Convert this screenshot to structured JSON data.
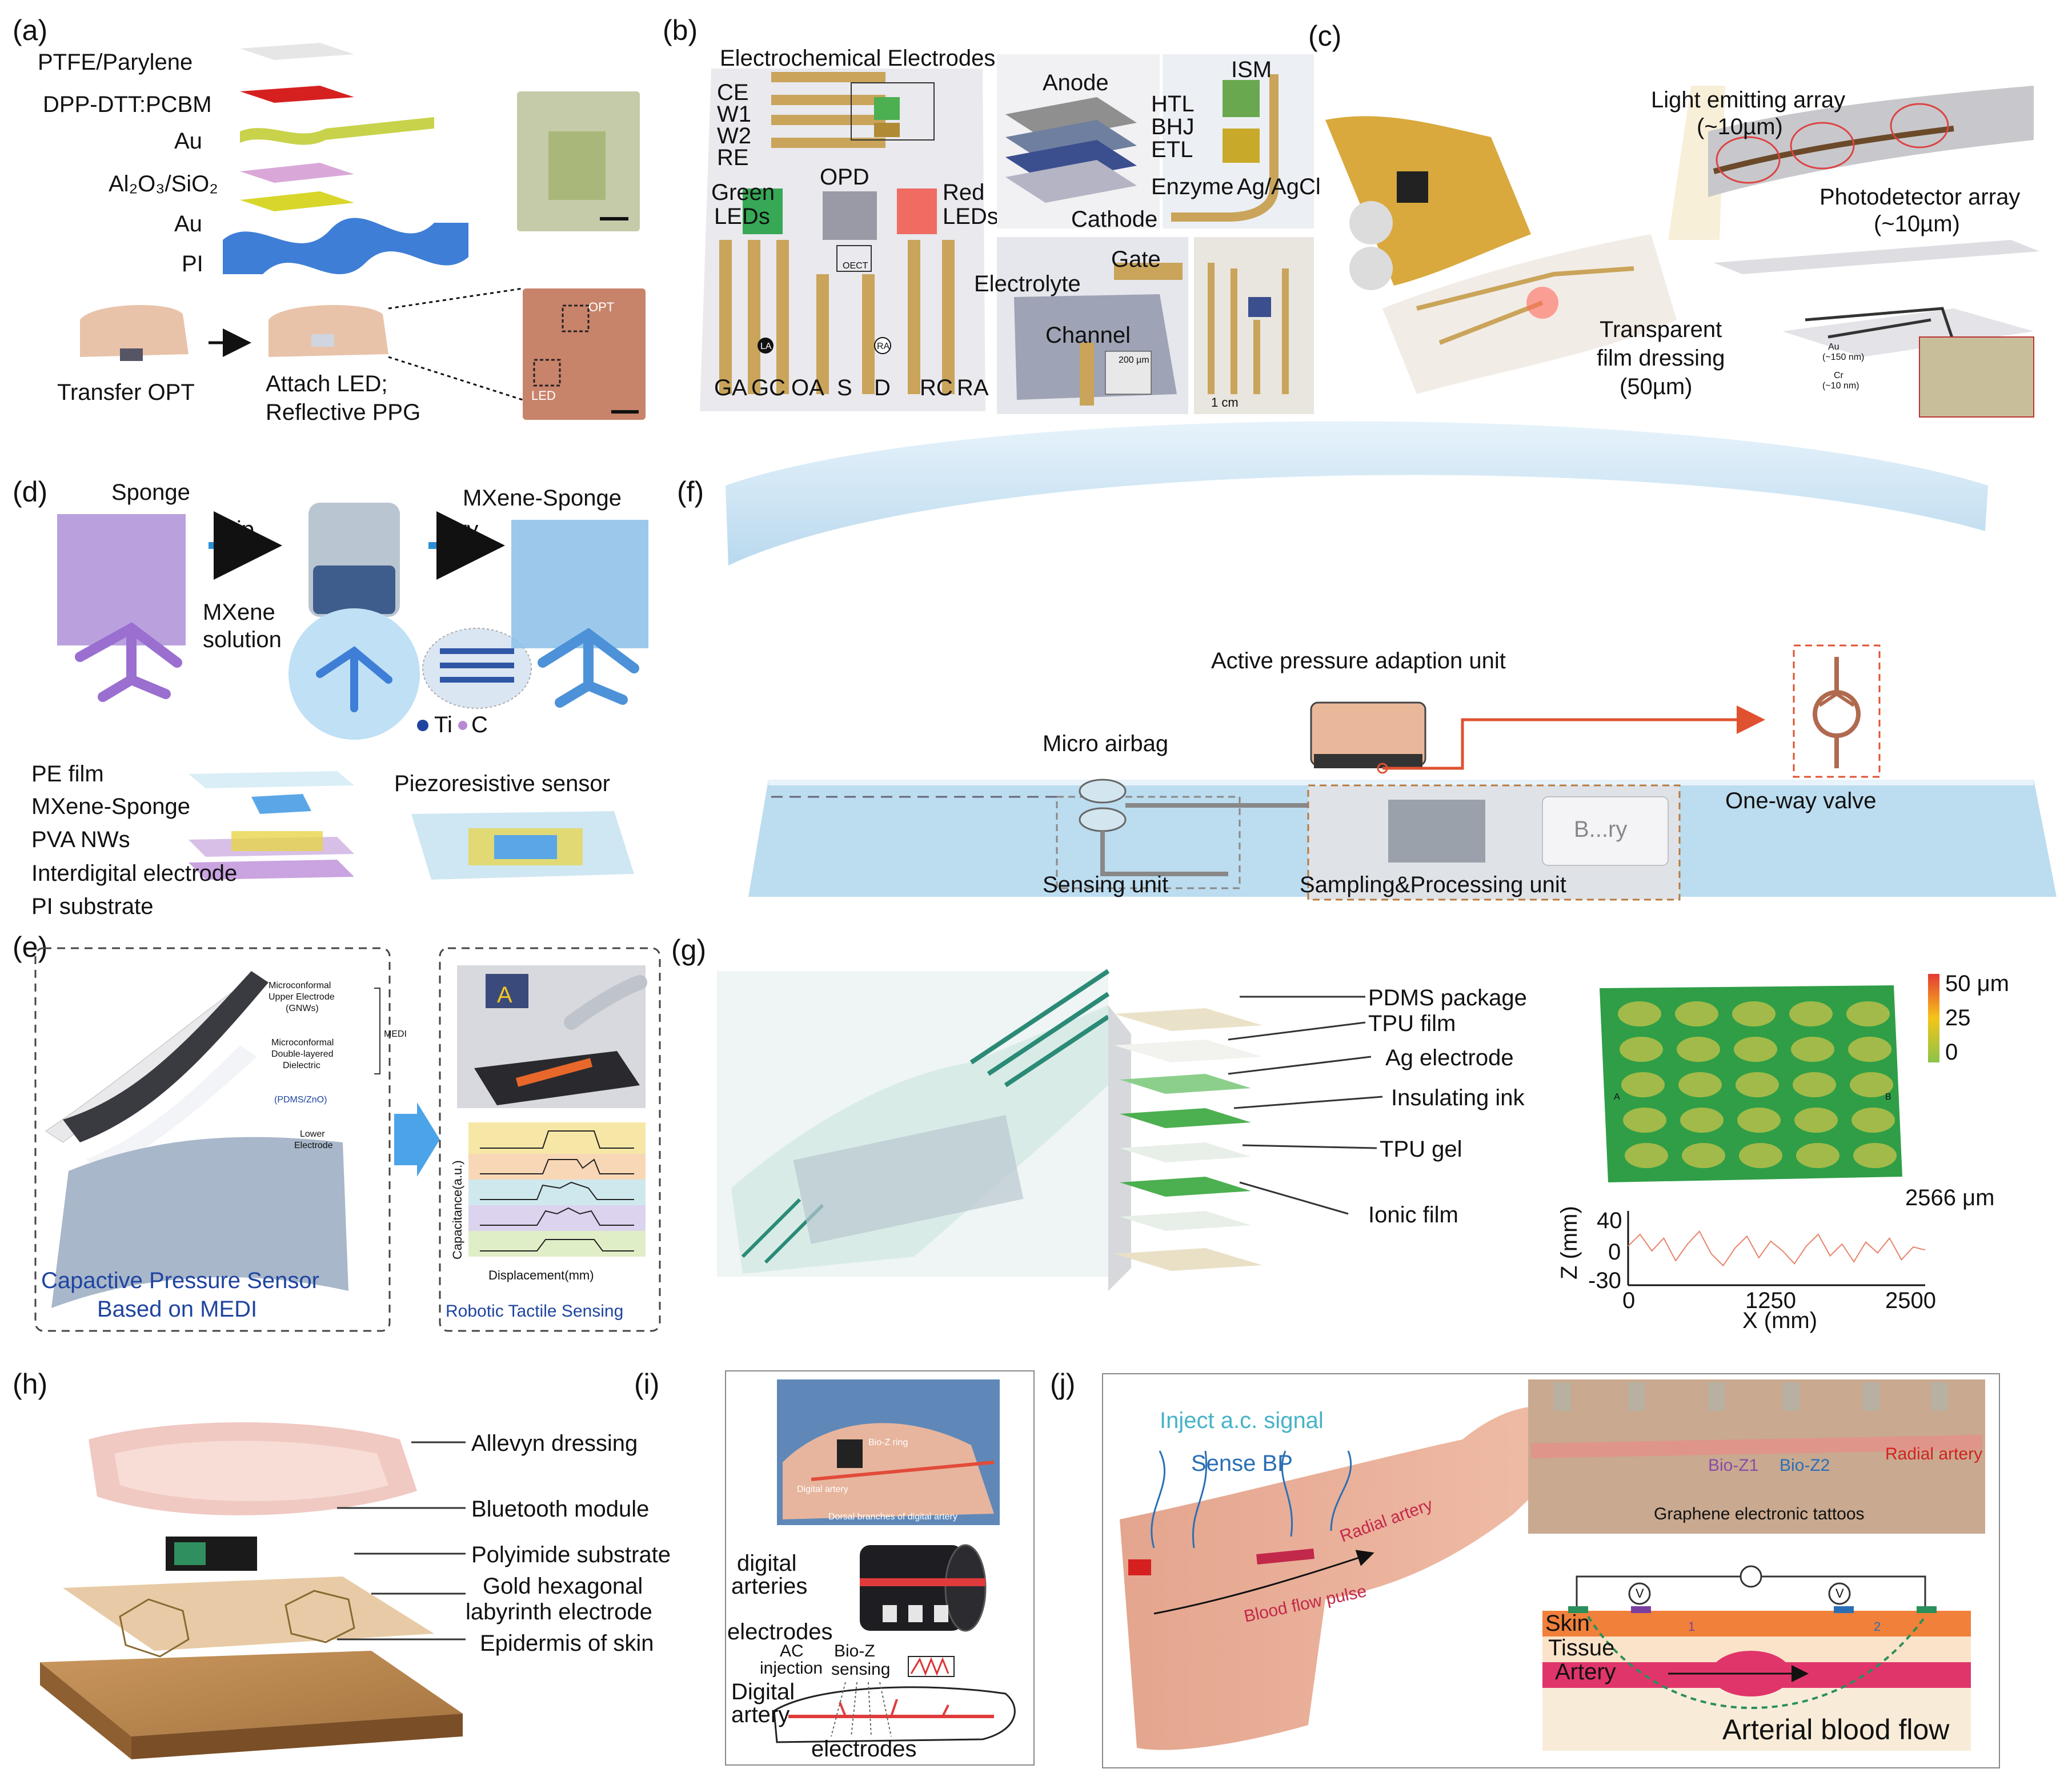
{
  "panels": {
    "a": {
      "tag": "(a)",
      "layers": [
        "PTFE/Parylene",
        "DPP-DTT:PCBM",
        "Au",
        "Al₂O₃/SiO₂",
        "Au",
        "PI"
      ],
      "captions": [
        "Transfer OPT",
        "Attach LED;",
        "Reflective PPG"
      ],
      "photo_labels": [
        "OPT",
        "LED"
      ]
    },
    "b": {
      "tag": "(b)",
      "title": "Electrochemical Electrodes",
      "electrodes": [
        "CE",
        "W1",
        "W2",
        "RE"
      ],
      "labels": {
        "green": [
          "Green",
          "LEDs"
        ],
        "red": [
          "Red",
          "LEDs"
        ],
        "opd": "OPD",
        "oect": "OECT",
        "la": "LA",
        "ra": "RA",
        "anode": "Anode",
        "cathode": "Cathode",
        "htl": "HTL",
        "bhj": "BHJ",
        "etl": "ETL",
        "ism": "ISM",
        "enzyme": "Enzyme",
        "agcl": "Ag/AgCl",
        "gate": "Gate",
        "electrolyte": "Electrolyte",
        "channel": "Channel",
        "scale200": "200 µm",
        "scale1cm": "1 cm"
      },
      "pins": [
        "GA",
        "GC",
        "OA",
        "S",
        "D",
        "RC",
        "RA"
      ]
    },
    "c": {
      "tag": "(c)",
      "labels": [
        "Light emitting array",
        "(~10µm)",
        "Photodetector array",
        "(~10µm)",
        "Transparent",
        "film dressing",
        "(50µm)"
      ],
      "small": [
        "Au",
        "(~150 nm)",
        "Cr",
        "(~10 nm)"
      ]
    },
    "d": {
      "tag": "(d)",
      "labels": {
        "sponge": "Sponge",
        "dip": "Dip",
        "dry": "Dry",
        "mxs": "MXene-Sponge",
        "mxene1": "MXene",
        "mxene2": "solution",
        "ti": "Ti",
        "c": "C",
        "piezo": "Piezoresistive sensor"
      },
      "stack": [
        "PE film",
        "MXene-Sponge",
        "PVA NWs",
        "Interdigital electrode",
        "PI substrate"
      ]
    },
    "e": {
      "tag": "(e)",
      "labels": [
        "Microconformal",
        "Upper Electrode",
        "(GNWs)",
        "Microconformal",
        "Double-layered",
        "Dielectric",
        "(PDMS/ZnO)",
        "Lower",
        "Electrode",
        "MEDI"
      ],
      "caption1": "Capactive Pressure Sensor",
      "caption2": "Based on MEDI",
      "robot": "Robotic Tactile Sensing",
      "ylabel": "Capacitance(a.u.)",
      "xlabel": "Displacement(mm)",
      "monitor": "A"
    },
    "f": {
      "tag": "(f)",
      "labels": {
        "active": "Active pressure adaption unit",
        "airbag": "Micro airbag",
        "valve": "One-way valve",
        "sensing": "Sensing unit",
        "sampling": "Sampling&Processing unit",
        "battery": "B...ry"
      }
    },
    "g": {
      "tag": "(g)",
      "layers": [
        "PDMS package",
        "TPU film",
        "Ag electrode",
        "Insulating ink",
        "TPU gel",
        "Ionic film"
      ],
      "scale_top": "50 μm",
      "scale_mid": "25",
      "scale_bot": "0",
      "extent": "2566 μm",
      "marks": [
        "A",
        "B"
      ]
    },
    "h": {
      "tag": "(h)",
      "layers": [
        "Allevyn dressing",
        "Bluetooth module",
        "Polyimide substrate",
        "Gold hexagonal",
        "labyrinth electrode",
        "Epidermis of skin"
      ]
    },
    "i": {
      "tag": "(i)",
      "labels": [
        "digital",
        "arteries",
        "electrodes",
        "AC",
        "injection",
        "Bio-Z",
        "sensing",
        "Digital",
        "artery",
        "electrodes"
      ],
      "photo": [
        "Bio-Z ring",
        "Digital artery",
        "Dorsal branches of digital artery"
      ]
    },
    "j": {
      "tag": "(j)",
      "labels": {
        "inject": "Inject a.c. signal",
        "sense": "Sense BP",
        "radial": "Radial artery",
        "pulse": "Blood flow pulse",
        "bioz1": "Bio-Z1",
        "bioz2": "Bio-Z2",
        "radial2": "Radial artery",
        "tattoo": "Graphene electronic tattoos",
        "skin": "Skin",
        "tissue": "Tissue",
        "artery": "Artery",
        "flow": "Arterial blood flow",
        "v": "V",
        "n1": "1",
        "n2": "2"
      }
    }
  },
  "chart_data": {
    "type": "line",
    "title": "",
    "xlabel": "X (mm)",
    "ylabel": "Z (mm)",
    "xlim": [
      0,
      2500
    ],
    "ylim": [
      -30,
      40
    ],
    "xticks": [
      "0",
      "1250",
      "2500"
    ],
    "yticks": [
      "40",
      "0",
      "-30"
    ],
    "x": [
      0,
      100,
      200,
      300,
      400,
      500,
      600,
      700,
      800,
      900,
      1000,
      1100,
      1200,
      1300,
      1400,
      1500,
      1600,
      1700,
      1800,
      1900,
      2000,
      2100,
      2200,
      2300,
      2400,
      2500
    ],
    "series": [
      {
        "values": [
          10,
          22,
          5,
          18,
          -5,
          12,
          25,
          2,
          -10,
          8,
          20,
          -2,
          15,
          5,
          -8,
          10,
          22,
          0,
          12,
          -6,
          14,
          3,
          18,
          -4,
          9,
          6
        ]
      }
    ],
    "color": "#e8836b"
  }
}
